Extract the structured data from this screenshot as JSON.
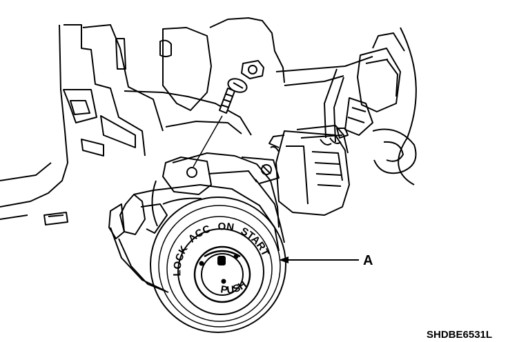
{
  "diagram": {
    "callout_label": "A",
    "figure_code": "SHDBE6531L",
    "key_cylinder_positions": [
      "LOCK",
      "ACC",
      "ON",
      "START"
    ],
    "push_label": "PUSH"
  }
}
